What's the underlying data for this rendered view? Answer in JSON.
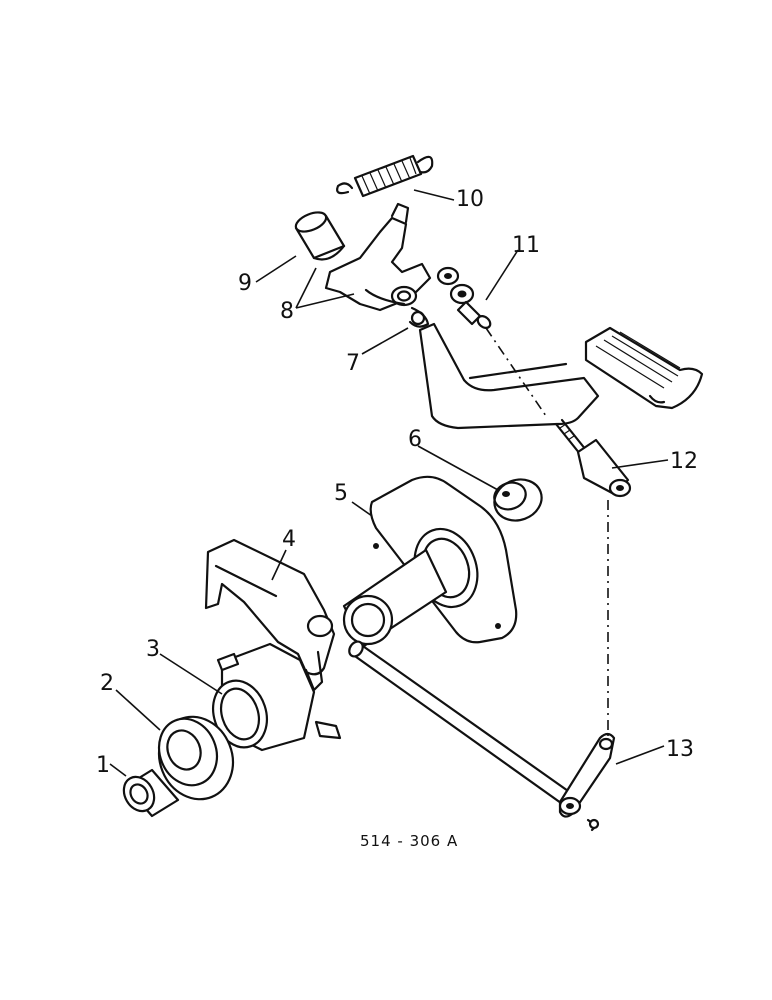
{
  "diagram": {
    "callouts": [
      {
        "id": "1",
        "label": "1"
      },
      {
        "id": "2",
        "label": "2"
      },
      {
        "id": "3",
        "label": "3"
      },
      {
        "id": "4",
        "label": "4"
      },
      {
        "id": "5",
        "label": "5"
      },
      {
        "id": "6",
        "label": "6"
      },
      {
        "id": "7",
        "label": "7"
      },
      {
        "id": "8",
        "label": "8"
      },
      {
        "id": "9",
        "label": "9"
      },
      {
        "id": "10",
        "label": "10"
      },
      {
        "id": "11",
        "label": "11"
      },
      {
        "id": "12",
        "label": "12"
      },
      {
        "id": "13",
        "label": "13"
      }
    ],
    "reference": "514 - 306 A"
  }
}
